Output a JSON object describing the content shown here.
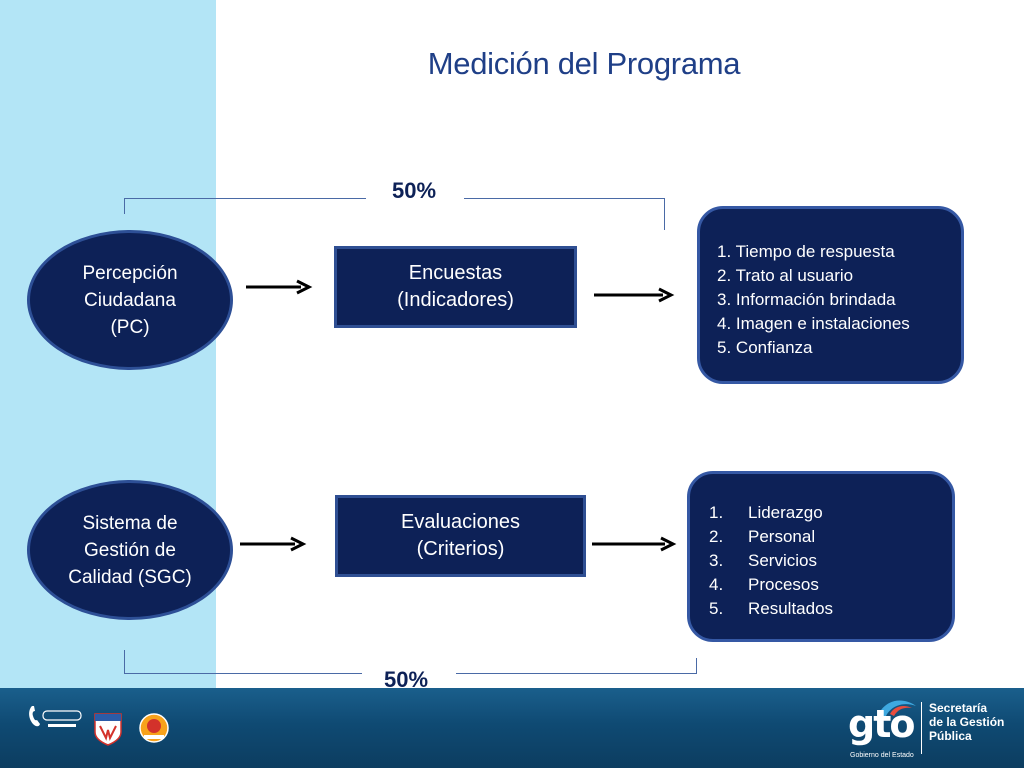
{
  "title": "Medición del Programa",
  "percent_top": "50%",
  "percent_bottom": "50%",
  "row1": {
    "source": "Percepción\nCiudadana\n(PC)",
    "method": "Encuestas\n(Indicadores)",
    "items": [
      {
        "num": "1.",
        "text": "Tiempo de respuesta"
      },
      {
        "num": "2.",
        "text": "Trato al usuario"
      },
      {
        "num": "3.",
        "text": "Información brindada"
      },
      {
        "num": "4.",
        "text": "Imagen e instalaciones"
      },
      {
        "num": "5.",
        "text": "Confianza"
      }
    ]
  },
  "row2": {
    "source": "Sistema de\nGestión de\nCalidad (SGC)",
    "method": "Evaluaciones\n(Criterios)",
    "items": [
      {
        "num": "1.",
        "text": "Liderazgo"
      },
      {
        "num": "2.",
        "text": "Personal"
      },
      {
        "num": "3.",
        "text": "Servicios"
      },
      {
        "num": "4.",
        "text": "Procesos"
      },
      {
        "num": "5.",
        "text": "Resultados"
      }
    ]
  },
  "footer": {
    "gto_logo": "gto",
    "gto_subtitle": "Gobierno del Estado",
    "secretaria": "Secretaría\nde la Gestión\nPública"
  },
  "colors": {
    "dark_navy": "#0d2157",
    "side_band": "#b3e5f6",
    "title_blue": "#1f3f87",
    "footer_blue": "#0f4a73"
  }
}
